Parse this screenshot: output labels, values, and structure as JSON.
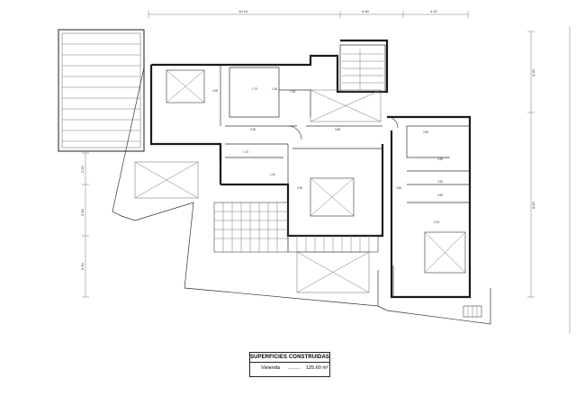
{
  "dimensions": {
    "top": [
      "10.10",
      "6.80",
      "4.20"
    ],
    "right": [
      "4.30",
      "8.50"
    ],
    "left": [
      "2.20",
      "3.90",
      "5.90"
    ]
  },
  "room_labels": [
    "4.90",
    "1.70",
    "1.60",
    "3.80",
    "3.90",
    "1.90",
    "3.90",
    "4.90",
    "3.90",
    "4.50",
    "1.40",
    "2.90",
    "1.70",
    "2.20",
    "3.60"
  ],
  "legend": {
    "title": "SUPERFICIES CONSTRUIDAS",
    "label": "Vivienda",
    "dots": ".........",
    "value": "125.60 m²"
  },
  "colors": {
    "wall": "#1a1a1a",
    "line": "#333333",
    "background": "#ffffff"
  }
}
